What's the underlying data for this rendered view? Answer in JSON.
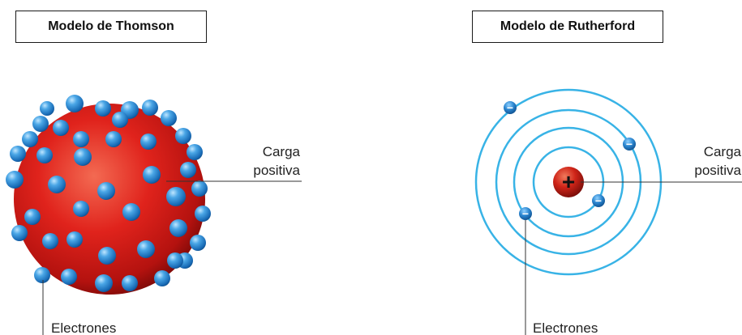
{
  "thomson": {
    "title": "Modelo de Thomson",
    "charge_label_line1": "Carga",
    "charge_label_line2": "positiva",
    "electrons_label": "Electrones"
  },
  "rutherford": {
    "title": "Modelo de Rutherford",
    "charge_label_line1": "Carga",
    "charge_label_line2": "positiva",
    "electrons_label": "Electrones",
    "nucleus_symbol": "+",
    "electron_symbol": "−"
  },
  "colors": {
    "sphere": "#e0231c",
    "electron": "#2f8fd6",
    "orbit": "#38b3e6",
    "text": "#222222"
  }
}
